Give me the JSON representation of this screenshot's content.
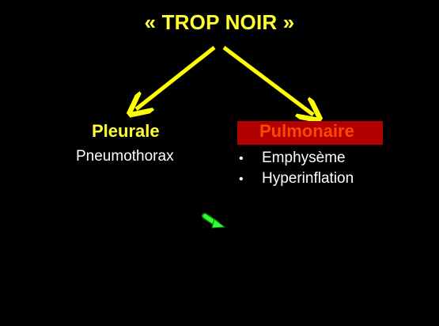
{
  "title": "« TROP NOIR »",
  "colors": {
    "background": "#000000",
    "heading_yellow": "#ffff33",
    "arrow_yellow": "#ffff00",
    "text_white": "#ffffff",
    "box_red": "#b00000",
    "heading_orange": "#ff4500",
    "small_arrow_green": "#33ff33"
  },
  "branches": {
    "left": {
      "heading": "Pleurale",
      "item": "Pneumothorax"
    },
    "right": {
      "heading": "Pulmonaire",
      "items": [
        "Emphysème",
        "Hyperinflation"
      ]
    }
  },
  "bullet_symbol": "•"
}
